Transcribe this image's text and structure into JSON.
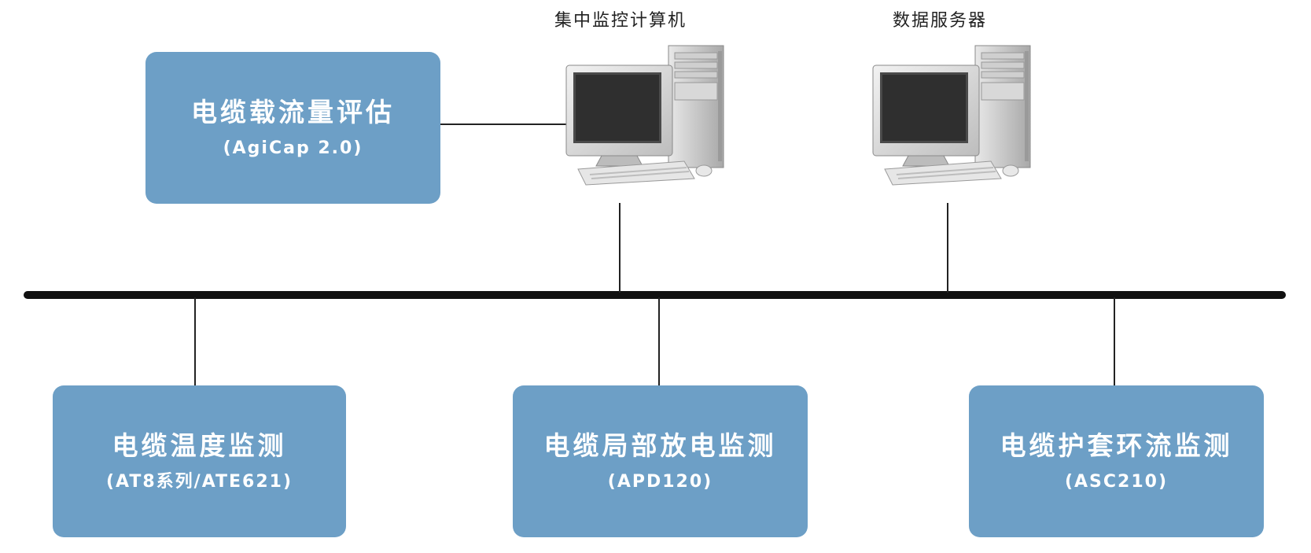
{
  "computers": [
    {
      "label": "集中监控计算机",
      "icon": "desktop-computer-icon"
    },
    {
      "label": "数据服务器",
      "icon": "desktop-computer-icon"
    }
  ],
  "systems": {
    "capacity": {
      "title": "电缆载流量评估",
      "model": "(AgiCap 2.0)"
    },
    "temperature": {
      "title": "电缆温度监测",
      "model": "(AT8系列/ATE621)"
    },
    "partial_discharge": {
      "title": "电缆局部放电监测",
      "model": "(APD120)"
    },
    "sheath_current": {
      "title": "电缆护套环流监测",
      "model": "(ASC210)"
    }
  },
  "colors": {
    "box_fill": "#6d9fc6",
    "box_text": "#ffffff",
    "bus_line": "#111111",
    "link_line": "#222222"
  }
}
